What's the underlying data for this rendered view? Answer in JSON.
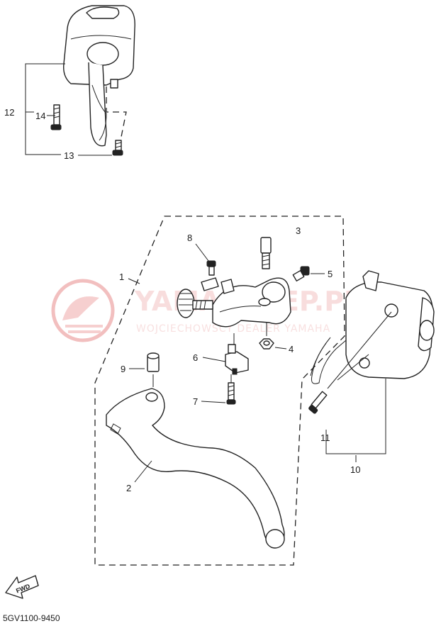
{
  "watermark": {
    "main_text": "YAMAHALEP.PL",
    "sub_text": "WOJCIECHOWSCY DEALER YAMAHA",
    "color": "#e88b8b"
  },
  "callouts": [
    "1",
    "2",
    "3",
    "4",
    "5",
    "6",
    "7",
    "8",
    "9",
    "10",
    "11",
    "12",
    "13",
    "14"
  ],
  "diagram_code": "5GV1100-9450",
  "fwd_label": "FWD"
}
